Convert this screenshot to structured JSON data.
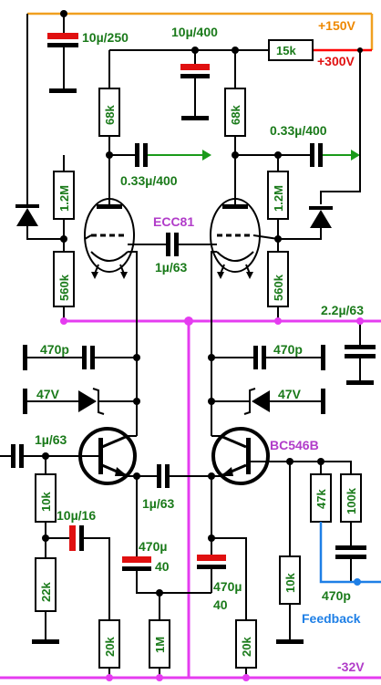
{
  "rails": {
    "plus150": "+150V",
    "plus300": "+300V",
    "minus32": "-32V",
    "feedback": "Feedback"
  },
  "tube": {
    "name": "ECC81"
  },
  "transistor": {
    "name": "BC546B"
  },
  "resistors": {
    "r15k": "15k",
    "r68k_left": "68k",
    "r68k_right": "68k",
    "r1m2_left": "1.2M",
    "r1m2_right": "1.2M",
    "r560k_left": "560k",
    "r560k_right": "560k",
    "r10k_left": "10k",
    "r22k": "22k",
    "r20k_a": "20k",
    "r1m": "1M",
    "r10k_right": "10k",
    "r20k_b": "20k",
    "r47k": "47k",
    "r100k": "100k"
  },
  "capacitors": {
    "c10u250": "10µ/250",
    "c10u400": "10µ/400",
    "c033_left": "0.33µ/400",
    "c033_right": "0.33µ/400",
    "c1u63_tube": "1µ/63",
    "c22u63": "2.2µ/63",
    "c470p_left": "470p",
    "c470p_right": "470p",
    "c1u63_in": "1µ/63",
    "c10u16": "10µ/16",
    "c1u63_mid": "1µ/63",
    "c470u_left_a": "470µ",
    "c470u_left_b": "40",
    "c470u_right_a": "470µ",
    "c470u_right_b": "40",
    "c470p_fb": "470p"
  },
  "zeners": {
    "z47_left": "47V",
    "z47_right": "47V"
  },
  "colors": {
    "wire": "#000000",
    "rail_neg": "#e53cf0",
    "rail_150": "#f0a020",
    "rail_300": "#ff0000",
    "feedback": "#1e7fe6",
    "label_green": "#1a7a1a",
    "label_purple": "#b13cc9"
  }
}
